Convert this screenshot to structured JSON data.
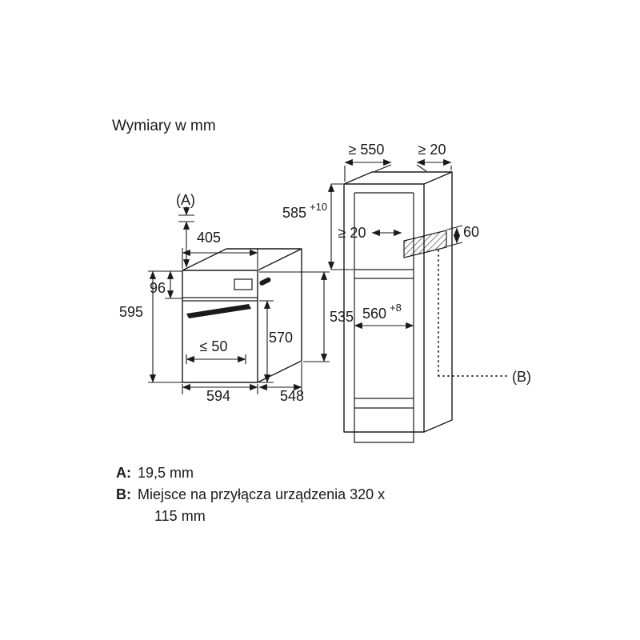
{
  "title": "Wymiary w mm",
  "oven": {
    "a_label": "(A)",
    "d405": "405",
    "d96": "96",
    "d595": "595",
    "d50": "≤ 50",
    "d570": "570",
    "d535": "535",
    "d594": "594",
    "d548": "548"
  },
  "cabinet": {
    "d550": "≥ 550",
    "d20_top": "≥ 20",
    "d585": "585",
    "d585_tol": "+10",
    "d20_mid": "≥ 20",
    "d60": "60",
    "d560": "560",
    "d560_tol": "+8",
    "b_label": "(B)"
  },
  "legend": {
    "a_key": "A:",
    "a_text": "19,5 mm",
    "b_key": "B:",
    "b_text_line1": "Miejsce na przyłącza urządzenia 320 x",
    "b_text_line2": "115 mm"
  },
  "colors": {
    "line": "#1a1a1a",
    "background": "#ffffff"
  }
}
